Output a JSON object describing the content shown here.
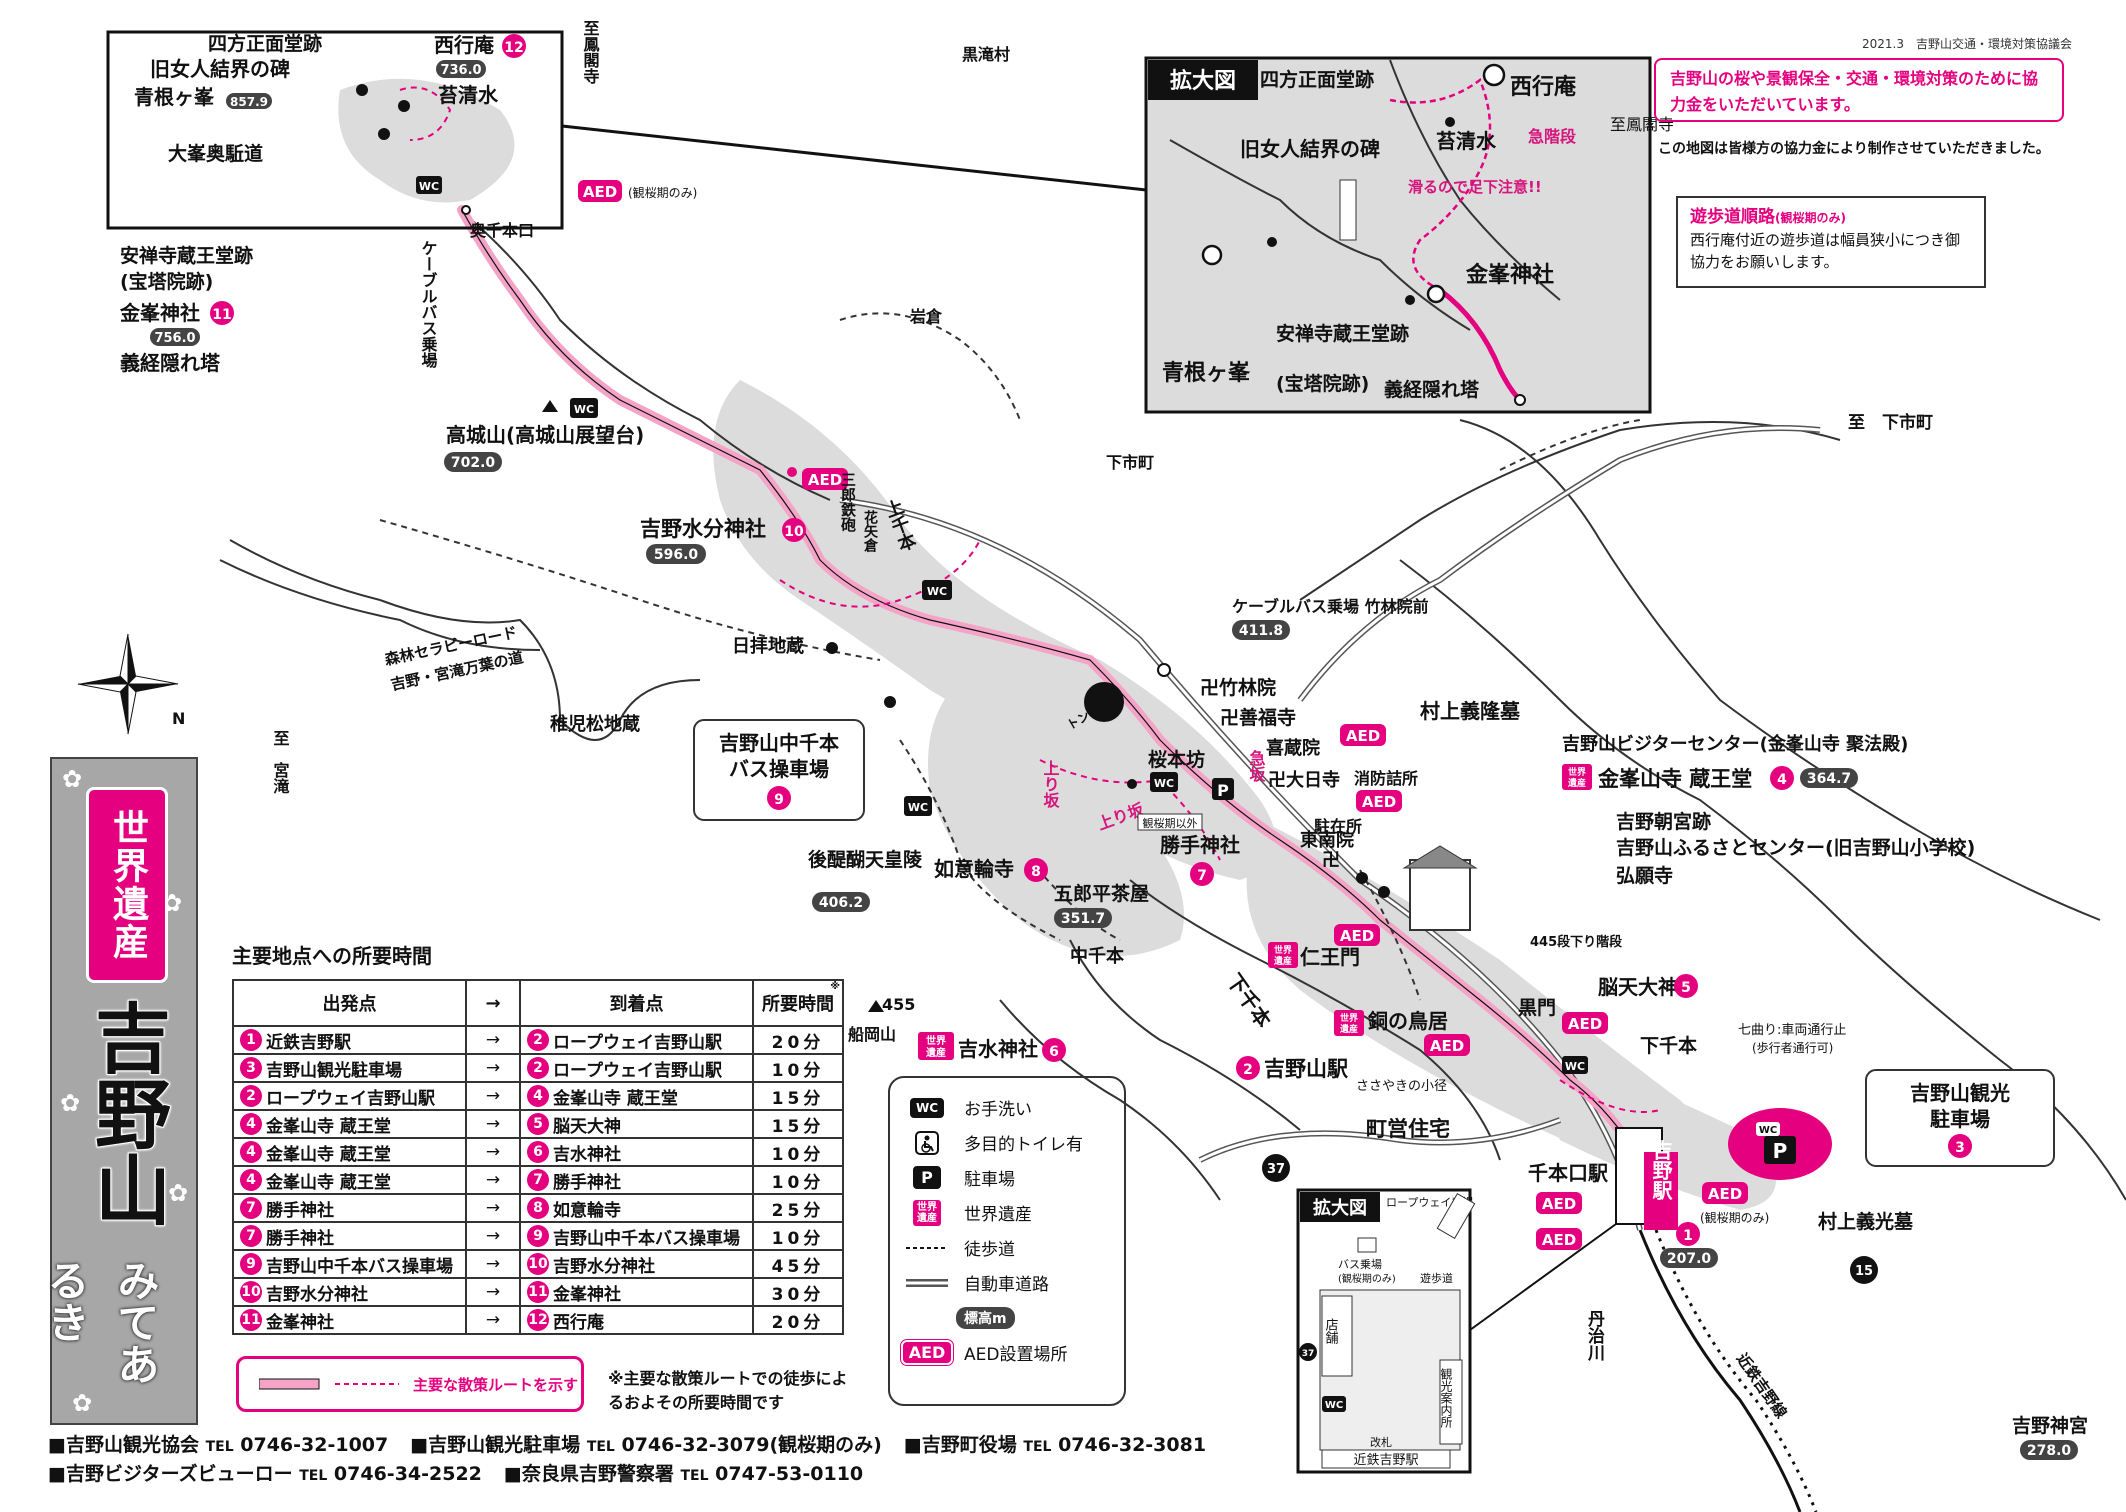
{
  "header": {
    "date_publisher": "2021.3　吉野山交通・環境対策協議会",
    "message": "吉野山の桜や景観保全・交通・環境対策のために協力金をいただいています。",
    "thanks": "この地図は皆様方の協力金により制作させていただきました。"
  },
  "title_panel": {
    "world_heritage": "世界遺産",
    "name": "吉野山",
    "subtitle": "みてあるき"
  },
  "inset_top": {
    "label": "拡大図",
    "places": [
      "四方正面堂跡",
      "西行庵",
      "旧女人結界の碑",
      "苔清水",
      "急階段",
      "滑るので足下注意!!",
      "金峯神社",
      "安禅寺蔵王堂跡",
      "(宝塔院跡)",
      "青根ヶ峯",
      "義経隠れ塔",
      "至鳳閣寺"
    ]
  },
  "walkway_note": {
    "title": "遊歩道順路",
    "title_note": "(観桜期のみ)",
    "text": "西行庵付近の遊歩道は幅員狭小につき御協力をお願いします。"
  },
  "places": {
    "shiho": "四方正面堂跡",
    "nyonin": "旧女人結界の碑",
    "aone": "青根ヶ峯",
    "aone_elev": "857.9",
    "omine": "大峯奥駈道",
    "saigyo": "西行庵",
    "saigyo_elev": "736.0",
    "saigyo_num": "12",
    "kokesimizu": "苔清水",
    "anzenji": "安禅寺蔵王堂跡",
    "anzenji2": "(宝塔院跡)",
    "kinpu": "金峯神社",
    "kinpu_num": "11",
    "kinpu_elev": "756.0",
    "yoshitsune": "義経隠れ塔",
    "aed_kanou": "(観桜期のみ)",
    "okusenbon": "奥千本口",
    "cablebus": "ケーブルバス乗場",
    "kurotaki": "黒滝村",
    "iwakura": "岩倉",
    "shimoichi_v": "下市町",
    "to_shimoichi": "至　下市町",
    "to_houkakuji": "至鳳閣寺",
    "takagi": "高城山(高城山展望台)",
    "takagi_elev": "702.0",
    "mikumari": "吉野水分神社",
    "mikumari_num": "10",
    "mikumari_elev": "596.0",
    "kamisenbon": "上千本",
    "sanbu": "三郎鉄砲",
    "hanaya": "花矢倉",
    "nohoi": "日拝地蔵",
    "chigo": "稚児松地蔵",
    "shinrin": "森林セラピーロード",
    "shinrin2": "吉野・宮滝万葉の道",
    "to_miyataki": "至　宮滝",
    "cable_chikurin": "ケーブルバス乗場 竹林院前",
    "cable_elev": "411.8",
    "chikurin": "卍竹林院",
    "zenpuku": "卍善福寺",
    "kizou": "喜蔵院",
    "tunnel": "トンネル",
    "bus_name1": "吉野山中千本",
    "bus_name2": "バス操車場",
    "bus_num": "9",
    "sakuramoto": "桜本坊",
    "kyuzaka": "急坂",
    "noborizaka": "上り坂",
    "kansyo": "観桜期以外",
    "katte": "勝手神社",
    "katte_num": "7",
    "gorohei": "五郎平茶屋",
    "gorohei_elev": "351.7",
    "nyoirin": "如意輪寺",
    "nyoirin_num": "8",
    "godaigo": "後醍醐天皇陵",
    "godaigo_elev": "406.2",
    "nakasenbon": "中千本",
    "funaoka": "船岡山",
    "funaoka_elev": "455",
    "yoshimizu": "吉水神社",
    "yoshimizu_num": "6",
    "murakami_tomb": "村上義隆墓",
    "dainichi": "卍大日寺",
    "shoubo": "消防詰所",
    "chuzai": "駐在所",
    "tounan": "東南院",
    "visitor": "吉野山ビジターセンター(金峯山寺 聚法殿)",
    "kinpusen": "金峯山寺 蔵王堂",
    "kinpusen_num": "4",
    "kinpusen_elev": "364.7",
    "chougu": "吉野朝宮跡",
    "furusato": "吉野山ふるさとセンター(旧吉野山小学校)",
    "gugan": "弘願寺",
    "niomon": "仁王門",
    "stairs": "445段下り階段",
    "noten": "脳天大神",
    "noten_num": "5",
    "kuromon": "黒門",
    "dou": "銅の鳥居",
    "ropeway": "吉野山駅",
    "ropeway_num": "2",
    "sasayaki": "ささやきの小径",
    "choei": "町営住宅",
    "shimosenbon": "下千本",
    "nanamagari": "七曲り:車両通行止",
    "nanamagari2": "(歩行者通行可)",
    "kanko_park1": "吉野山観光",
    "kanko_park2": "駐車場",
    "kanko_num": "3",
    "murakami_yoshimitsu": "村上義光墓",
    "senbonguchi": "千本口駅",
    "yoshino_st": "吉野駅",
    "yoshino_num": "1",
    "yoshino_elev": "207.0",
    "niu": "丹治川",
    "kintetsu": "近鉄吉野線",
    "jingu": "吉野神宮",
    "jingu_elev": "278.0",
    "route37": "37",
    "route15": "15",
    "aed": "AED"
  },
  "inset_bottom": {
    "label": "拡大図",
    "ropeway": "ロープウェイ乗場",
    "bus": "バス乗場",
    "bus_note": "(観桜期のみ)",
    "path": "遊歩道",
    "shop": "店舗",
    "info": "観光案内所",
    "gate": "改札",
    "station": "近鉄吉野駅",
    "r37": "37"
  },
  "route_table": {
    "title": "主要地点への所要時間",
    "headers": {
      "from": "出発点",
      "arrow": "→",
      "to": "到着点",
      "time": "所要時間",
      "mark": "※"
    },
    "rows": [
      {
        "fn": "1",
        "from": "近鉄吉野駅",
        "tn": "2",
        "to": "ロープウェイ吉野山駅",
        "time": "20分"
      },
      {
        "fn": "3",
        "from": "吉野山観光駐車場",
        "tn": "2",
        "to": "ロープウェイ吉野山駅",
        "time": "10分"
      },
      {
        "fn": "2",
        "from": "ロープウェイ吉野山駅",
        "tn": "4",
        "to": "金峯山寺 蔵王堂",
        "time": "15分"
      },
      {
        "fn": "4",
        "from": "金峯山寺 蔵王堂",
        "tn": "5",
        "to": "脳天大神",
        "time": "15分"
      },
      {
        "fn": "4",
        "from": "金峯山寺 蔵王堂",
        "tn": "6",
        "to": "吉水神社",
        "time": "10分"
      },
      {
        "fn": "4",
        "from": "金峯山寺 蔵王堂",
        "tn": "7",
        "to": "勝手神社",
        "time": "10分"
      },
      {
        "fn": "7",
        "from": "勝手神社",
        "tn": "8",
        "to": "如意輪寺",
        "time": "25分"
      },
      {
        "fn": "7",
        "from": "勝手神社",
        "tn": "9",
        "to": "吉野山中千本バス操車場",
        "time": "10分"
      },
      {
        "fn": "9",
        "from": "吉野山中千本バス操車場",
        "tn": "10",
        "to": "吉野水分神社",
        "time": "45分"
      },
      {
        "fn": "10",
        "from": "吉野水分神社",
        "tn": "11",
        "to": "金峯神社",
        "time": "30分"
      },
      {
        "fn": "11",
        "from": "金峯神社",
        "tn": "12",
        "to": "西行庵",
        "time": "20分"
      }
    ],
    "note": "※主要な散策ルートでの徒歩によるおよその所要時間です",
    "route_label": "主要な散策ルートを示す"
  },
  "legend": {
    "wc": "WC",
    "toilet": "お手洗い",
    "multi": "多目的トイレ有",
    "parking": "駐車場",
    "parking_sym": "P",
    "heritage": "世界遺産",
    "heritage_sym": "世界遺産",
    "walk": "徒歩道",
    "road": "自動車道路",
    "elevation": "標高m",
    "aed_sym": "AED",
    "aed": "AED設置場所"
  },
  "contacts": {
    "line1": [
      {
        "name": "■吉野山観光協会",
        "tel_label": "TEL",
        "tel": "0746-32-1007"
      },
      {
        "name": "■吉野山観光駐車場",
        "tel_label": "TEL",
        "tel": "0746-32-3079(観桜期のみ)"
      },
      {
        "name": "■吉野町役場",
        "tel_label": "TEL",
        "tel": "0746-32-3081"
      }
    ],
    "line2": [
      {
        "name": "■吉野ビジターズビューロー",
        "tel_label": "TEL",
        "tel": "0746-34-2522"
      },
      {
        "name": "■奈良県吉野警察署",
        "tel_label": "TEL",
        "tel": "0747-53-0110"
      }
    ]
  },
  "colors": {
    "accent": "#e4007f",
    "route": "#f5a3c7",
    "shade": "#d9d9d9",
    "panel": "#a7a7a7"
  },
  "icons": [
    "compass-icon",
    "flower-icon",
    "wc-icon",
    "wheelchair-icon",
    "parking-icon",
    "temple-icon",
    "shrine-icon",
    "mountain-icon"
  ]
}
